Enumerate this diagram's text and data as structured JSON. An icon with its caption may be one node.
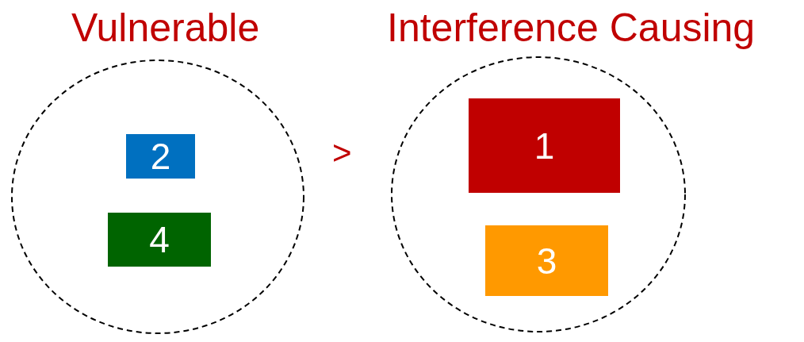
{
  "diagram": {
    "nodes": [
      {
        "text": [
          "Vulnerable"
        ]
      },
      {
        "text": [
          "2"
        ],
        "in": 0
      },
      {
        "text": [
          "4"
        ],
        "in": 0
      },
      {
        "text": [
          "Interference Causing"
        ]
      },
      {
        "text": [
          "1"
        ],
        "in": 3
      },
      {
        "text": [
          "3"
        ],
        "in": 3
      }
    ],
    "labels": [
      ">"
    ]
  }
}
